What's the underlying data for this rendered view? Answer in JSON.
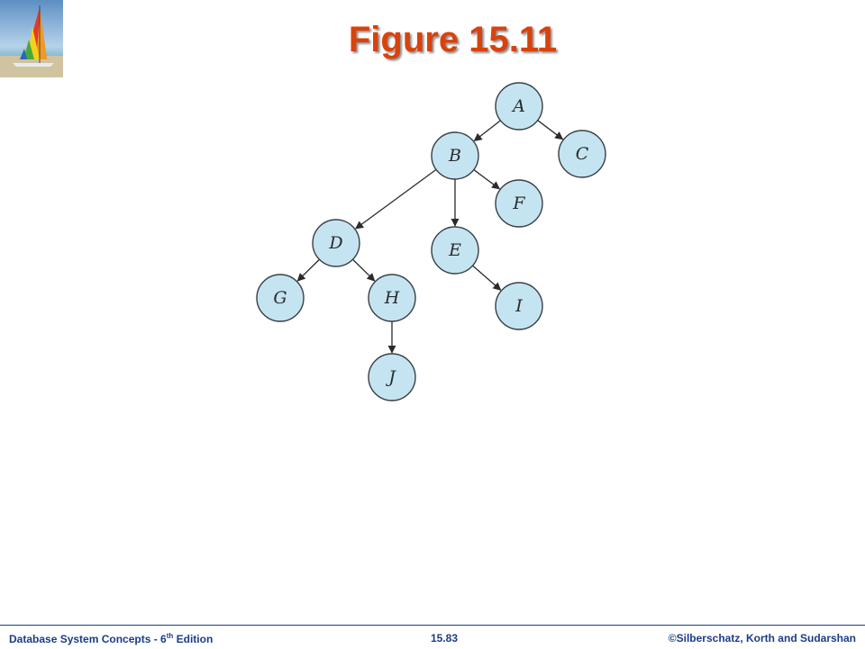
{
  "slide": {
    "title": "Figure 15.11"
  },
  "colors": {
    "title": "#d9420b",
    "node_fill": "#c5e4f2",
    "footer": "#1a3c8a"
  },
  "icons": {
    "logo": "sailboat-logo-icon"
  },
  "diagram": {
    "nodes": [
      {
        "id": "A",
        "label": "A"
      },
      {
        "id": "B",
        "label": "B"
      },
      {
        "id": "C",
        "label": "C"
      },
      {
        "id": "F",
        "label": "F"
      },
      {
        "id": "D",
        "label": "D"
      },
      {
        "id": "E",
        "label": "E"
      },
      {
        "id": "G",
        "label": "G"
      },
      {
        "id": "H",
        "label": "H"
      },
      {
        "id": "I",
        "label": "I"
      },
      {
        "id": "J",
        "label": "J"
      }
    ],
    "edges": [
      {
        "from": "A",
        "to": "B"
      },
      {
        "from": "A",
        "to": "C"
      },
      {
        "from": "B",
        "to": "F"
      },
      {
        "from": "B",
        "to": "D"
      },
      {
        "from": "B",
        "to": "E"
      },
      {
        "from": "D",
        "to": "G"
      },
      {
        "from": "D",
        "to": "H"
      },
      {
        "from": "E",
        "to": "I"
      },
      {
        "from": "H",
        "to": "J"
      }
    ]
  },
  "footer": {
    "left_prefix": "Database  System Concepts  - 6",
    "left_sup": "th",
    "left_suffix": " Edition",
    "center": "15.83",
    "right": "©Silberschatz, Korth and Sudarshan"
  }
}
